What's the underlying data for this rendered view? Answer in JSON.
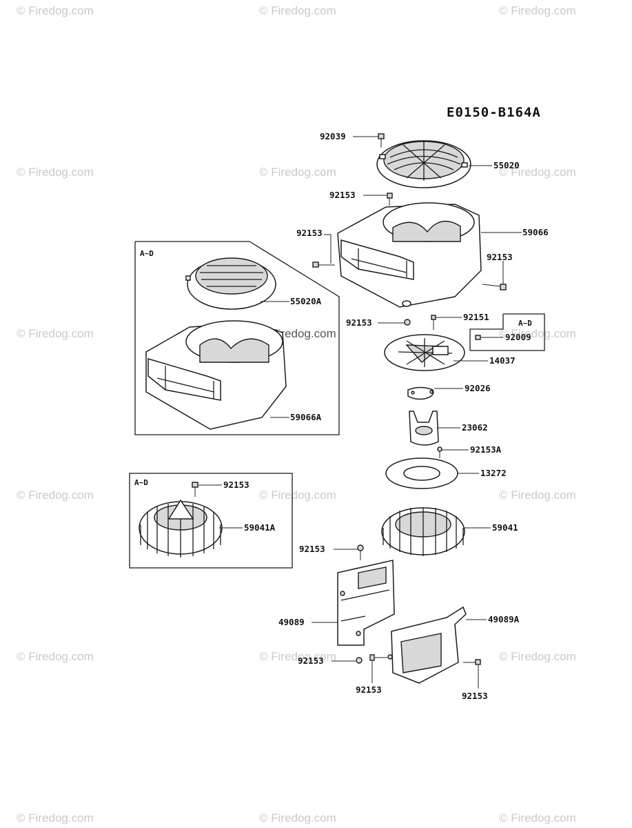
{
  "diagram_code": "E0150-B164A",
  "watermark": "© Firedog.com",
  "callouts": [
    {
      "id": "92039-top",
      "label": "92039"
    },
    {
      "id": "55020",
      "label": "55020"
    },
    {
      "id": "92153-screen",
      "label": "92153"
    },
    {
      "id": "92153-left",
      "label": "92153"
    },
    {
      "id": "59066",
      "label": "59066"
    },
    {
      "id": "92153-right",
      "label": "92153"
    },
    {
      "id": "55020A",
      "label": "55020A"
    },
    {
      "id": "92153-mid",
      "label": "92153"
    },
    {
      "id": "92151",
      "label": "92151"
    },
    {
      "id": "92009",
      "label": "92009"
    },
    {
      "id": "14037",
      "label": "14037"
    },
    {
      "id": "59066A",
      "label": "59066A"
    },
    {
      "id": "92026",
      "label": "92026"
    },
    {
      "id": "23062",
      "label": "23062"
    },
    {
      "id": "92153A",
      "label": "92153A"
    },
    {
      "id": "92153-fanA",
      "label": "92153"
    },
    {
      "id": "13272",
      "label": "13272"
    },
    {
      "id": "59041A",
      "label": "59041A"
    },
    {
      "id": "59041",
      "label": "59041"
    },
    {
      "id": "92153-cover",
      "label": "92153"
    },
    {
      "id": "49089",
      "label": "49089"
    },
    {
      "id": "49089A",
      "label": "49089A"
    },
    {
      "id": "92153-low1",
      "label": "92153"
    },
    {
      "id": "92153-low2",
      "label": "92153"
    },
    {
      "id": "92153-low3",
      "label": "92153"
    }
  ],
  "variant_boxes": {
    "housing_box": "A~D",
    "screw_box": "A~D",
    "fan_box": "A~D"
  }
}
